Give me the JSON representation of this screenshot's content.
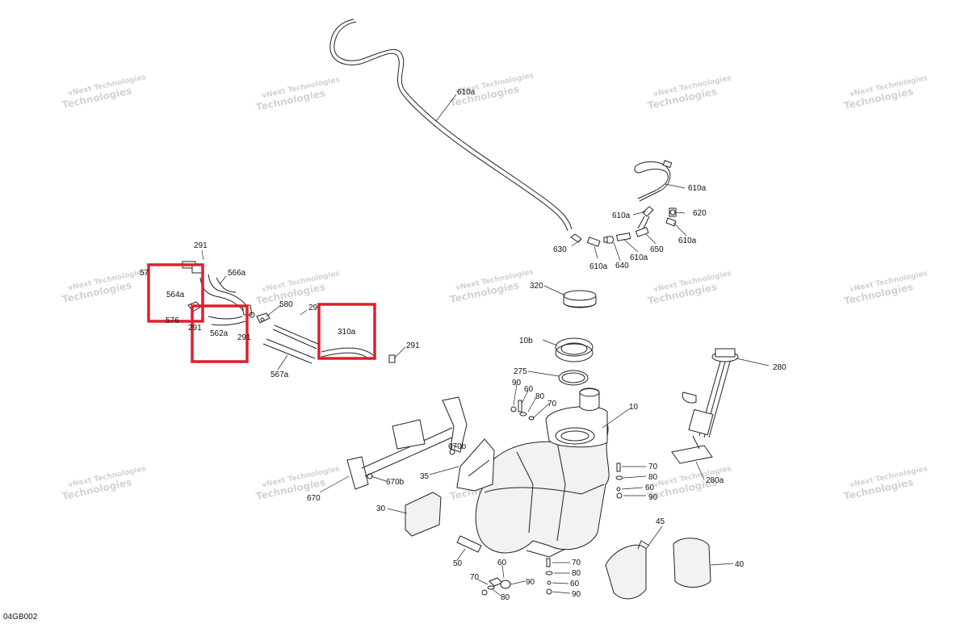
{
  "diagram_code": "04GB002",
  "watermark": {
    "line1": "vNext Technologies",
    "line2": "Technologies"
  },
  "colors": {
    "line": "#222222",
    "highlight": "#e01e2b",
    "watermark": "#d2d2d2"
  },
  "labels": {
    "l610a_1": "610a",
    "l610a_2": "610a",
    "l610a_3": "610a",
    "l610a_4": "610a",
    "l610a_5": "610a",
    "l610a_6": "610a",
    "l620": "620",
    "l630": "630",
    "l640": "640",
    "l650": "650",
    "l291_1": "291",
    "l291_2": "291",
    "l291_3": "291",
    "l291_4": "29",
    "l291_5": "291",
    "l57": "57",
    "l564a": "564a",
    "l566a": "566a",
    "l562a": "562a",
    "l576": "576",
    "l580": "580",
    "l310a": "310a",
    "l567a": "567a",
    "l320": "320",
    "l10b": "10b",
    "l275": "275",
    "l280": "280",
    "l90_1": "90",
    "l60_1": "60",
    "l80_1": "80",
    "l70_1": "70",
    "l10": "10",
    "l670b_1": "670b",
    "l670b_2": "670b",
    "l670": "670",
    "l35": "35",
    "l30": "30",
    "l50": "50",
    "l280a": "280a",
    "l70_2": "70",
    "l80_2": "80",
    "l60_2": "60",
    "l90_2": "90",
    "l45": "45",
    "l40": "40",
    "l60_3": "60",
    "l70_3": "70",
    "l80_3": "80",
    "l90_3": "90",
    "l70_4": "70",
    "l80_4": "80",
    "l60_4": "60",
    "l90_4": "90"
  }
}
